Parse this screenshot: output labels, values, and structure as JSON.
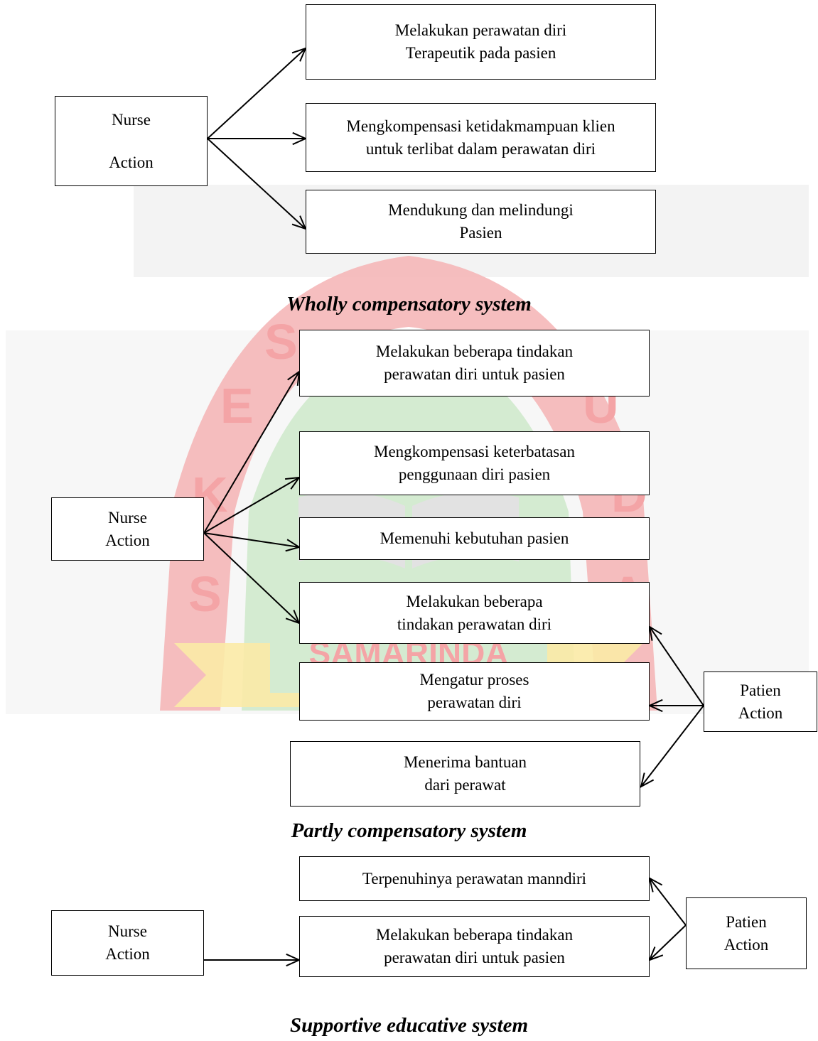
{
  "watermark": {
    "text": "SAMARINDA",
    "colors": {
      "red": "#e8474a",
      "yellow": "#f4d24b",
      "green": "#7cc47a"
    }
  },
  "wholly": {
    "title": "Wholly compensatory system",
    "nurse": {
      "line1": "Nurse",
      "line2": "Action"
    },
    "boxes": [
      {
        "line1": "Melakukan perawatan diri",
        "line2": "Terapeutik pada pasien"
      },
      {
        "line1": "Mengkompensasi ketidakmampuan klien",
        "line2": "untuk terlibat dalam perawatan diri"
      },
      {
        "line1": "Mendukung dan melindungi",
        "line2": "Pasien"
      }
    ]
  },
  "partly": {
    "title": "Partly compensatory system",
    "nurse": {
      "line1": "Nurse",
      "line2": "Action"
    },
    "patient": {
      "line1": "Patien",
      "line2": "Action"
    },
    "boxes": [
      {
        "line1": "Melakukan beberapa tindakan",
        "line2": "perawatan diri untuk pasien"
      },
      {
        "line1": "Mengkompensasi keterbatasan",
        "line2": "penggunaan diri pasien"
      },
      {
        "line1": "Memenuhi  kebutuhan pasien"
      },
      {
        "line1": "Melakukan  beberapa",
        "line2": "tindakan perawatan diri"
      },
      {
        "line1": "Mengatur proses",
        "line2": "perawatan diri"
      },
      {
        "line1": "Menerima bantuan",
        "line2": "dari perawat"
      }
    ]
  },
  "supportive": {
    "title": "Supportive educative system",
    "nurse": {
      "line1": "Nurse",
      "line2": "Action"
    },
    "patient": {
      "line1": "Patien",
      "line2": "Action"
    },
    "boxes": [
      {
        "line1": "Terpenuhinya perawatan manndiri"
      },
      {
        "line1": "Melakukan beberapa tindakan",
        "line2": "perawatan diri untuk pasien"
      }
    ]
  }
}
